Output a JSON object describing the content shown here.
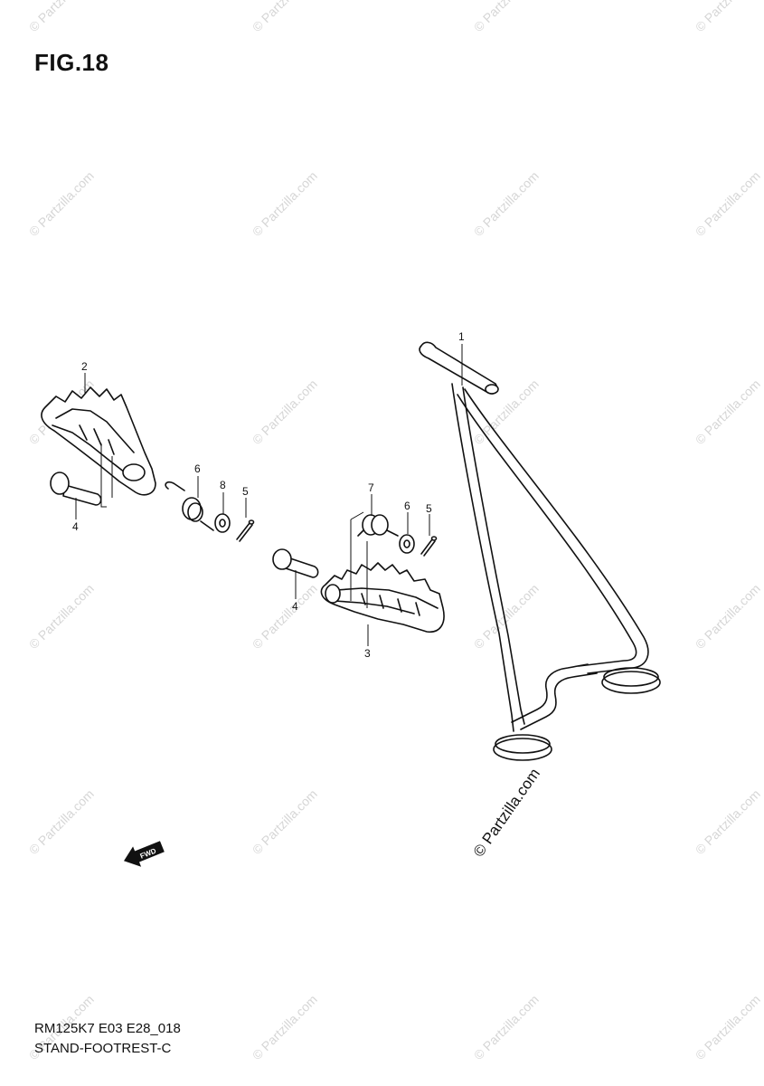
{
  "figure": {
    "title": "FIG.18",
    "model_code": "RM125K7 E03 E28_018",
    "section_name": "STAND-FOOTREST-C"
  },
  "watermark": {
    "text": "© Partzilla.com",
    "color": "#d6d6d6"
  },
  "credit": "© Partzilla.com",
  "fwd_label": "FWD",
  "callouts": {
    "stand": "1",
    "footrest_left": "2",
    "footrest_right": "3",
    "pin_left": "4",
    "pin_right": "4",
    "cotter_left": "5",
    "cotter_right": "5",
    "spring_left": "6",
    "washer_right": "6",
    "spring_right": "7",
    "washer_left": "8"
  }
}
